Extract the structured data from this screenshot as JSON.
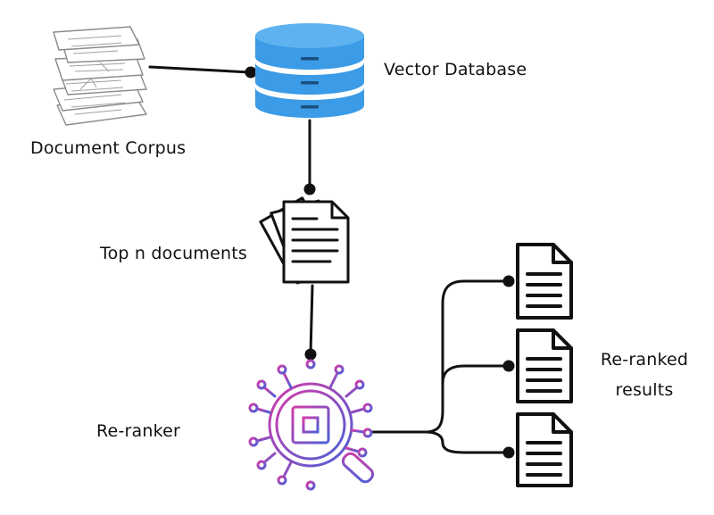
{
  "labels": {
    "document_corpus": "Document Corpus",
    "vector_database": "Vector Database",
    "top_n_documents": "Top n documents",
    "re_ranker": "Re-ranker",
    "reranked_results_line1": "Re-ranked",
    "reranked_results_line2": "results"
  },
  "colors": {
    "database_blue": "#3b9be6",
    "database_blue_light": "#5fb2f0",
    "connector": "#111111",
    "reranker_gradient_start": "#d23ca8",
    "reranker_gradient_end": "#4b5fd6"
  },
  "icons": {
    "corpus": "paper-stack-icon",
    "database": "database-icon",
    "documents": "documents-stack-icon",
    "reranker": "ai-chip-magnifier-icon",
    "result": "document-icon"
  }
}
